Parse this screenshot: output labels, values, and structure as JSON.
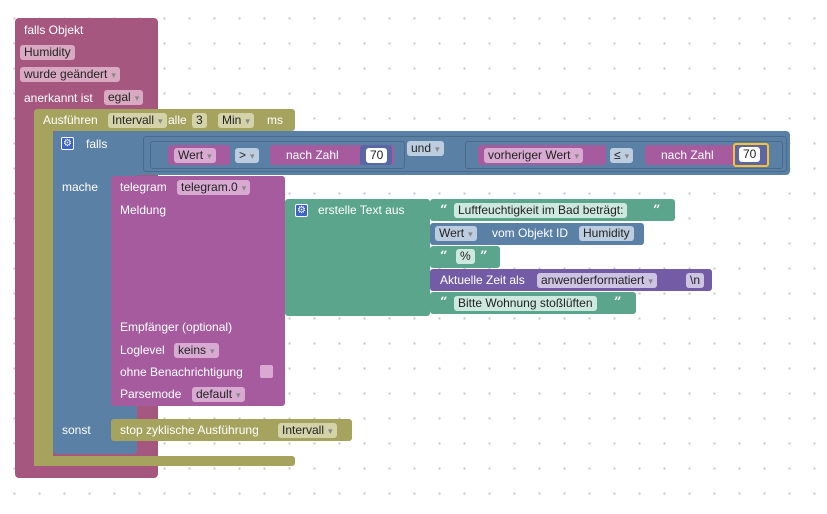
{
  "event": {
    "line1": "falls Objekt",
    "object": "Humidity",
    "changed": "wurde geändert",
    "ack_label": "anerkannt ist",
    "ack_value": "egal"
  },
  "timer": {
    "label": "Ausführen",
    "mode": "Intervall",
    "every": "alle",
    "value": "3",
    "unit": "Min",
    "ms": "ms"
  },
  "if": {
    "if_label": "falls",
    "do_label": "mache",
    "else_label": "sonst"
  },
  "condition": {
    "left_value": "Wert",
    "left_op": ">",
    "left_number_label": "nach Zahl",
    "left_number": "70",
    "logic": "und",
    "right_value": "vorheriger Wert",
    "right_op": "≤",
    "right_number_label": "nach Zahl",
    "right_number": "70"
  },
  "telegram": {
    "label": "telegram",
    "instance": "telegram.0",
    "message_label": "Meldung",
    "recipient_label": "Empfänger (optional)",
    "loglevel_label": "Loglevel",
    "loglevel": "keins",
    "silent_label": "ohne Benachrichtigung",
    "parsemode_label": "Parsemode",
    "parsemode": "default"
  },
  "text_join": {
    "label": "erstelle Text aus",
    "item1": "Luftfeuchtigkeit im Bad beträgt:",
    "item2_value": "Wert",
    "item2_label": "vom Objekt ID",
    "item2_object": "Humidity",
    "item3": "%",
    "item4_label": "Aktuelle Zeit als",
    "item4_format": "anwenderformatiert",
    "item4_suffix": "\\n",
    "item5": "Bitte Wohnung stoßlüften",
    "quote_open": "“",
    "quote_close": "”"
  },
  "stop": {
    "label": "stop zyklische Ausführung",
    "mode": "Intervall"
  },
  "colors": {
    "event": "#a5577f",
    "timer": "#a5a35e",
    "logic": "#5b80a5",
    "telegram": "#a55b9e",
    "text": "#5ba58c",
    "math": "#5b67a5",
    "time": "#745ba5",
    "selection": "#fbc02d"
  },
  "icons": {
    "gear": "⚙"
  }
}
